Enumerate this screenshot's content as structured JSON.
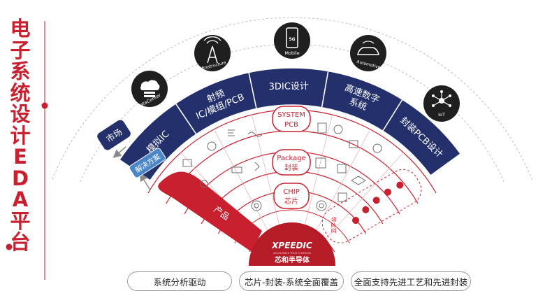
{
  "title_chars": [
    "电",
    "子",
    "系",
    "统",
    "设",
    "计",
    "E",
    "D",
    "A",
    "平",
    "台"
  ],
  "segments": [
    {
      "label": "模拟IC"
    },
    {
      "label": "射频\nIC/模组/PCB"
    },
    {
      "label": "3DIC设计"
    },
    {
      "label": "高速数字\n系统"
    },
    {
      "label": "封装PCB设计"
    }
  ],
  "outer_icons": [
    {
      "name": "datacenter-icon",
      "label": "DataCenter"
    },
    {
      "name": "infrastructure-icon",
      "label": "Infrastructure"
    },
    {
      "name": "mobile-icon",
      "label": "Mobile",
      "badge": "5G"
    },
    {
      "name": "automotive-icon",
      "label": "Automotive"
    },
    {
      "name": "iot-icon",
      "label": "IoT"
    }
  ],
  "market_label": "市场",
  "solution_label": "解决方案",
  "product_label": "产品",
  "levels": [
    {
      "line1": "SYSTEM",
      "line2": "PCB"
    },
    {
      "line1": "Package",
      "line2": "封装"
    },
    {
      "line1": "CHIP",
      "line2": "芯片"
    }
  ],
  "cloud_label": "云平台",
  "logo": {
    "name": "XPEEDIC",
    "tagline": "ACCELERATE YOUR IC DESIGN",
    "chinese": "芯和半导体"
  },
  "bottom_pills": [
    {
      "label": "系统分析驱动"
    },
    {
      "label": "芯片-封装-系统全面覆盖"
    },
    {
      "label": "全面支持先进工艺和先进封装"
    }
  ],
  "colors": {
    "red": "#c8202f",
    "navy": "#24306b",
    "light_blue": "#4a86c8",
    "grey": "#8a8a8a"
  }
}
